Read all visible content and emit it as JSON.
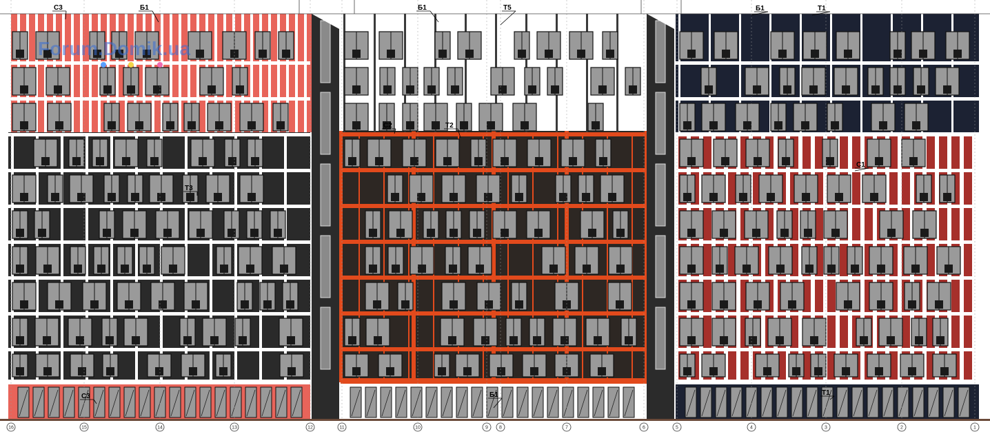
{
  "watermark": {
    "text": "Forum.Domik.ua"
  },
  "colors": {
    "salmon": "#e8645a",
    "dark": "#2a2a2a",
    "white_section": "#ffffff",
    "orange_frame": "#e24a1c",
    "orange_fill": "#2d2723",
    "navy": "#1c2233",
    "maroon": "#a6302b",
    "window_glass": "#9a9a9a",
    "window_frame": "#111111",
    "stair_core": "#2b2b2b"
  },
  "tags": [
    {
      "id": "c3-top",
      "text": "С3"
    },
    {
      "id": "b1-left",
      "text": "Б1"
    },
    {
      "id": "b1-mid",
      "text": "Б1"
    },
    {
      "id": "t5",
      "text": "Т5"
    },
    {
      "id": "b1-right",
      "text": "Б1"
    },
    {
      "id": "t1-top",
      "text": "Т1"
    },
    {
      "id": "t3",
      "text": "Т3"
    },
    {
      "id": "c2",
      "text": "С2"
    },
    {
      "id": "t2",
      "text": "Т2"
    },
    {
      "id": "c1",
      "text": "С1"
    },
    {
      "id": "c3-bottom",
      "text": "С3"
    },
    {
      "id": "b1-bottom",
      "text": "Б1"
    },
    {
      "id": "t1-bottom",
      "text": "Т1"
    }
  ],
  "axes": [
    "16",
    "15",
    "14",
    "13",
    "12",
    "11",
    "10",
    "9",
    "8",
    "7",
    "6",
    "5",
    "4",
    "3",
    "2",
    "1"
  ]
}
